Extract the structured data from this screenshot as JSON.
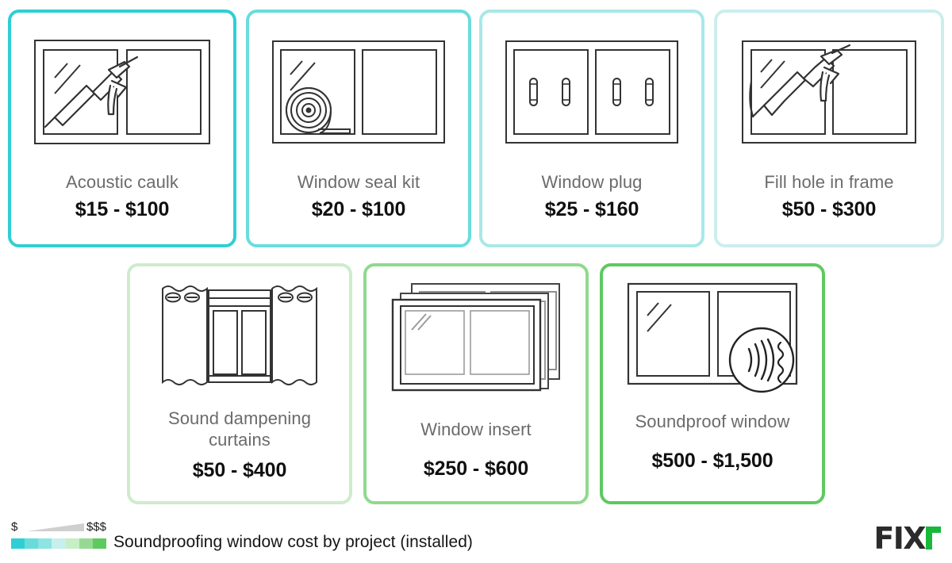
{
  "infographic": {
    "title": "Soundproofing window cost by project (installed)",
    "legend": {
      "low_label": "$",
      "high_label": "$$$",
      "swatches": [
        "#2ecfd4",
        "#67dcdb",
        "#8ee4e2",
        "#c7efee",
        "#c8eec6",
        "#97d993",
        "#5ec95f"
      ]
    },
    "logo": {
      "wordmark": "FIX",
      "mark_color": "#18b83a",
      "text_color": "#2b2b2b"
    }
  },
  "cards": [
    {
      "label": "Acoustic caulk",
      "price": "$15 - $100",
      "border_color": "#2ecfd4",
      "icon": "caulk-gun-window-icon"
    },
    {
      "label": "Window seal kit",
      "price": "$20 - $100",
      "border_color": "#6adcdc",
      "icon": "seal-tape-roll-window-icon"
    },
    {
      "label": "Window plug",
      "price": "$25 - $160",
      "border_color": "#a8e8e7",
      "icon": "window-plug-icon"
    },
    {
      "label": "Fill hole in frame",
      "price": "$50 - $300",
      "border_color": "#cceeed",
      "icon": "caulk-fill-frame-icon"
    },
    {
      "label": "Sound dampening\ncurtains",
      "price": "$50 - $400",
      "border_color": "#cdeccb",
      "icon": "curtains-window-icon"
    },
    {
      "label": "Window insert",
      "price": "$250 - $600",
      "border_color": "#90d98e",
      "icon": "window-insert-stack-icon"
    },
    {
      "label": "Soundproof window",
      "price": "$500 - $1,500",
      "border_color": "#5ec95f",
      "icon": "soundproof-window-icon"
    }
  ]
}
